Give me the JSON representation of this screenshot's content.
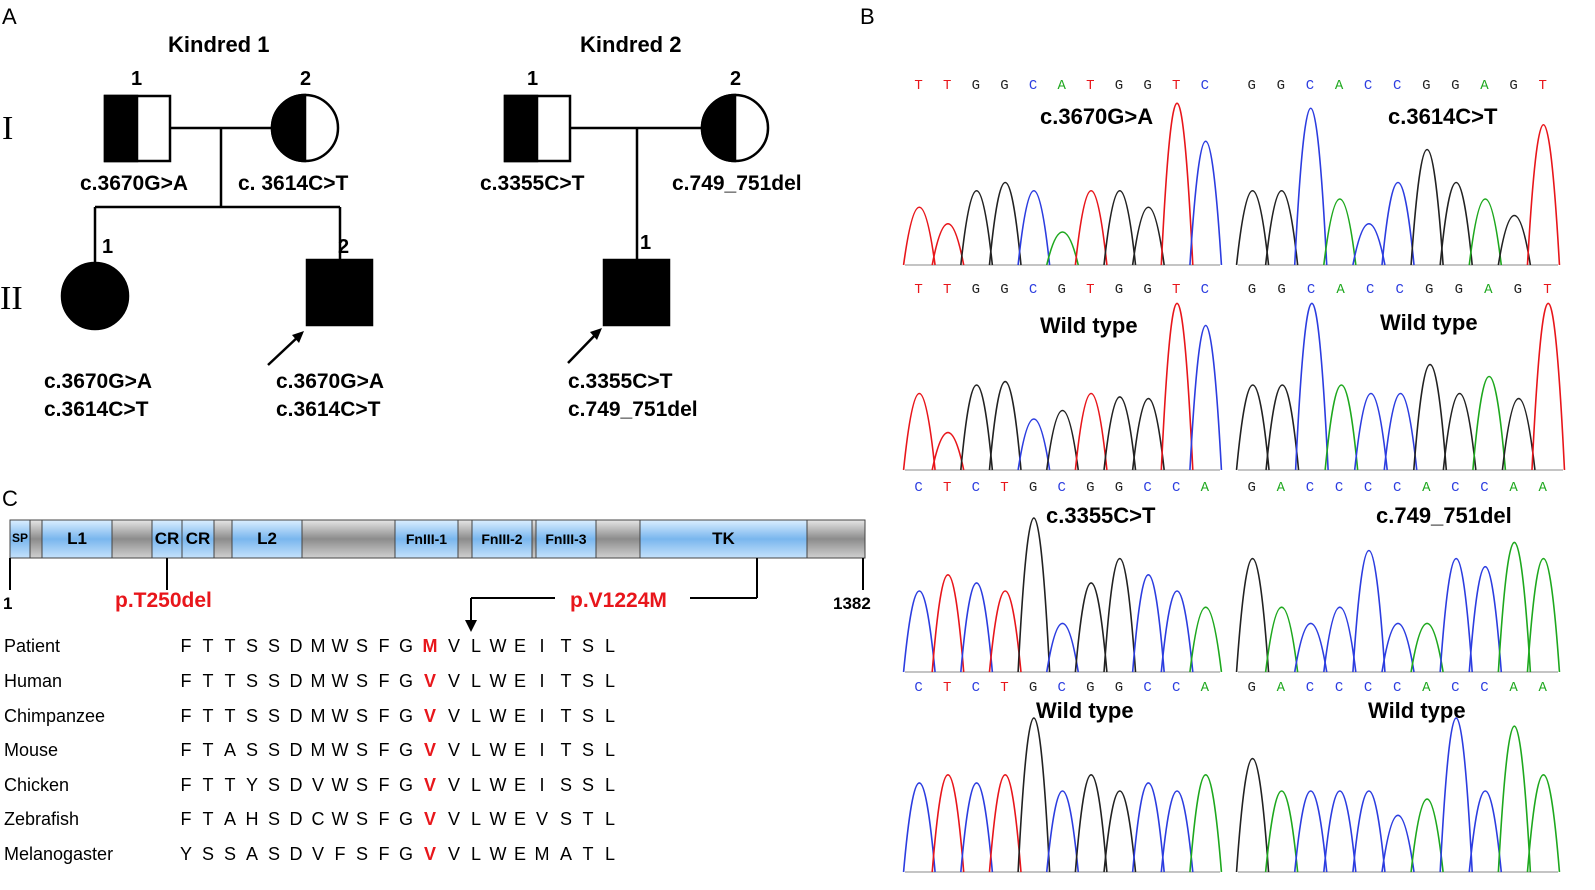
{
  "panels": {
    "A": "A",
    "B": "B",
    "C": "C"
  },
  "generations": {
    "I": "I",
    "II": "II"
  },
  "kindred1": {
    "title": "Kindred 1",
    "I1": {
      "num": "1",
      "mutation": "c.3670G>A"
    },
    "I2": {
      "num": "2",
      "mutation": "c. 3614C>T"
    },
    "II1": {
      "num": "1",
      "mut1": "c.3670G>A",
      "mut2": "c.3614C>T"
    },
    "II2": {
      "num": "2",
      "mut1": "c.3670G>A",
      "mut2": "c.3614C>T"
    }
  },
  "kindred2": {
    "title": "Kindred 2",
    "I1": {
      "num": "1",
      "mutation": "c.3355C>T"
    },
    "I2": {
      "num": "2",
      "mutation": "c.749_751del"
    },
    "II1": {
      "num": "1",
      "mut1": "c.3355C>T",
      "mut2": "c.749_751del"
    }
  },
  "chromatograms": [
    {
      "title": "c.3670G>A",
      "bases": [
        "T",
        "T",
        "G",
        "G",
        "C",
        "A",
        "T",
        "G",
        "G",
        "T",
        "C"
      ]
    },
    {
      "title": "c.3614C>T",
      "bases": [
        "G",
        "G",
        "C",
        "A",
        "C",
        "C",
        "G",
        "G",
        "A",
        "G",
        "T"
      ]
    },
    {
      "title": "Wild type",
      "bases": [
        "T",
        "T",
        "G",
        "G",
        "C",
        "G",
        "T",
        "G",
        "G",
        "T",
        "C"
      ]
    },
    {
      "title": "Wild type",
      "bases": [
        "G",
        "G",
        "C",
        "A",
        "C",
        "C",
        "G",
        "G",
        "A",
        "G",
        "T"
      ]
    },
    {
      "title": "c.3355C>T",
      "bases": [
        "C",
        "T",
        "C",
        "T",
        "G",
        "C",
        "G",
        "G",
        "C",
        "C",
        "A"
      ]
    },
    {
      "title": "c.749_751del",
      "bases": [
        "G",
        "A",
        "C",
        "C",
        "C",
        "C",
        "A",
        "C",
        "C",
        "A",
        "A"
      ]
    },
    {
      "title": "Wild type",
      "bases": [
        "C",
        "T",
        "C",
        "T",
        "G",
        "C",
        "G",
        "G",
        "C",
        "C",
        "A"
      ]
    },
    {
      "title": "Wild type",
      "bases": [
        "G",
        "A",
        "C",
        "C",
        "C",
        "C",
        "A",
        "C",
        "C",
        "A",
        "A"
      ]
    }
  ],
  "base_colors": {
    "T": "#e8161b",
    "G": "#222222",
    "C": "#2c3de0",
    "A": "#1ea81e"
  },
  "protein": {
    "domains": [
      "SP",
      "L1",
      "CR",
      "CR",
      "L2",
      "FnIII-1",
      "FnIII-2",
      "FnIII-3",
      "TK"
    ],
    "start": "1",
    "end": "1382",
    "variant1": "p.T250del",
    "variant2": "p.V1224M",
    "domain_color": "#9ec9f0",
    "linker_color": "#a8a8a8"
  },
  "alignment": [
    {
      "species": "Patient",
      "seq": [
        "F",
        "T",
        "T",
        "S",
        "S",
        "D",
        "M",
        "W",
        "S",
        "F",
        "G",
        "M",
        "V",
        "L",
        "W",
        "E",
        "I",
        "T",
        "S",
        "L"
      ]
    },
    {
      "species": "Human",
      "seq": [
        "F",
        "T",
        "T",
        "S",
        "S",
        "D",
        "M",
        "W",
        "S",
        "F",
        "G",
        "V",
        "V",
        "L",
        "W",
        "E",
        "I",
        "T",
        "S",
        "L"
      ]
    },
    {
      "species": "Chimpanzee",
      "seq": [
        "F",
        "T",
        "T",
        "S",
        "S",
        "D",
        "M",
        "W",
        "S",
        "F",
        "G",
        "V",
        "V",
        "L",
        "W",
        "E",
        "I",
        "T",
        "S",
        "L"
      ]
    },
    {
      "species": "Mouse",
      "seq": [
        "F",
        "T",
        "A",
        "S",
        "S",
        "D",
        "M",
        "W",
        "S",
        "F",
        "G",
        "V",
        "V",
        "L",
        "W",
        "E",
        "I",
        "T",
        "S",
        "L"
      ]
    },
    {
      "species": "Chicken",
      "seq": [
        "F",
        "T",
        "T",
        "Y",
        "S",
        "D",
        "V",
        "W",
        "S",
        "F",
        "G",
        "V",
        "V",
        "L",
        "W",
        "E",
        "I",
        "S",
        "S",
        "L"
      ]
    },
    {
      "species": "Zebrafish",
      "seq": [
        "F",
        "T",
        "A",
        "H",
        "S",
        "D",
        "C",
        "W",
        "S",
        "F",
        "G",
        "V",
        "V",
        "L",
        "W",
        "E",
        "V",
        "S",
        "T",
        "L"
      ]
    },
    {
      "species": "Melanogaster",
      "seq": [
        "Y",
        "S",
        "S",
        "A",
        "S",
        "D",
        "V",
        "F",
        "S",
        "F",
        "G",
        "V",
        "V",
        "L",
        "W",
        "E",
        "M",
        "A",
        "T",
        "L"
      ]
    }
  ]
}
